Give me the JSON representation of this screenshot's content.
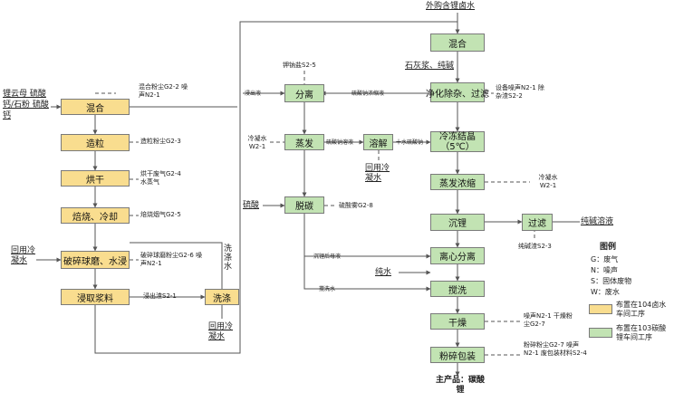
{
  "source_label": "外购含锂卤水",
  "product_label": "主产品：碳酸锂",
  "left_inputs": {
    "raw_materials": "锂云母 硫酸钙/石粉 硫酸钙",
    "recycled_water_left": "回用冷凝水",
    "recycled_water_bottom": "回用冷凝水",
    "wash_water_label": "洗涤水",
    "recycled_water_dissolve": "回用冷凝水"
  },
  "yellow_boxes": {
    "mix": "混合",
    "granulate": "造粒",
    "dry": "烘干",
    "roast": "焙烧、冷却",
    "crush": "破碎球磨、水浸",
    "leach": "浸取浆料",
    "wash": "洗涤"
  },
  "green_boxes": {
    "mix2": "混合",
    "purify": "净化除杂、过滤",
    "freeze": "冷冻结晶（5℃）",
    "evap_conc": "蒸发浓缩",
    "precip": "沉锂",
    "filter": "过滤",
    "centrifuge": "离心分离",
    "stir_wash": "搅洗",
    "dry2": "干燥",
    "pack": "粉碎包装",
    "separate": "分离",
    "evaporate": "蒸发",
    "dissolve": "溶解",
    "decarb": "脱碳"
  },
  "emissions": {
    "mix": "混合粉尘G2-2 噪声N2-1",
    "granulate": "造粒粉尘G2-3",
    "dry": "烘干废气G2-4 水蒸气",
    "roast": "焙烧烟气G2-5",
    "crush": "破碎球磨粉尘G2-6 噪声N2-1",
    "leach": "浸出渣S2-1",
    "purify": "设备噪声N2-1 除杂渣S2-2",
    "evap_conc": "冷凝水 W2-1",
    "filter": "纯碱渣S2-3",
    "dry2": "噪声N2-1 干燥粉尘G2-7",
    "pack": "粉碎粉尘G2-7 噪声N2-1 废包装材料S2-4",
    "separate": "钾钠盐S2-5",
    "evaporate": "冷凝水 W2-1",
    "decarb": "硫酸雾G2-8"
  },
  "flow_labels": {
    "leach_liquor": "浸出液",
    "sodium_sulfate_conc": "硫酸钠浓缩液",
    "sodium_sulfate_solution": "硫酸钠溶液",
    "decahydrate": "十水硫酸钠",
    "mother_liquor": "沉锂后母液",
    "wash_water": "搅洗水",
    "lime_soda": "石灰浆、纯碱",
    "sulfuric_acid": "硫酸",
    "soda_solution": "纯碱溶液",
    "pure_water": "纯水"
  },
  "legend": {
    "title": "图例",
    "items": [
      "G：废气",
      "N：噪声",
      "S：固体废物",
      "W：废水"
    ],
    "yellow_desc": "布置在104卤水车间工序",
    "green_desc": "布置在103碳酸锂车间工序"
  },
  "colors": {
    "yellow": "#f9dd8f",
    "green": "#c2e3b3",
    "line": "#555555"
  }
}
